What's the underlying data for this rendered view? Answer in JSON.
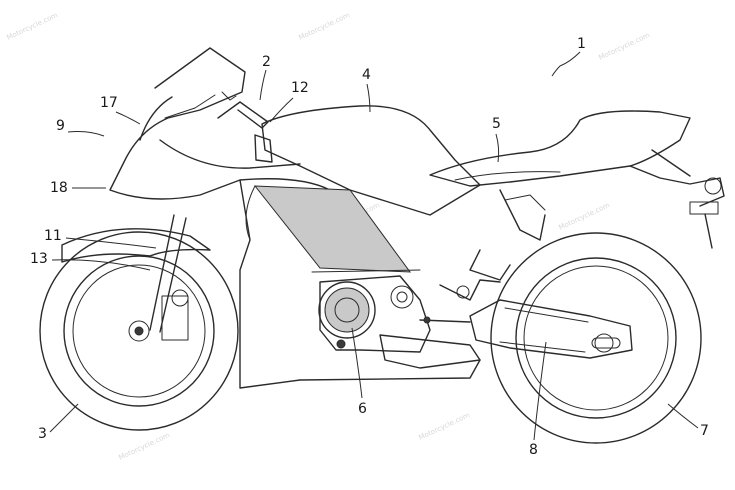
{
  "labels": {
    "l1": "1",
    "l2": "2",
    "l3": "3",
    "l4": "4",
    "l5": "5",
    "l6": "6",
    "l7": "7",
    "l8": "8",
    "l9": "9",
    "l11": "11",
    "l12": "12",
    "l13": "13",
    "l17": "17",
    "l18": "18"
  },
  "watermark": "Motorcycle.com"
}
